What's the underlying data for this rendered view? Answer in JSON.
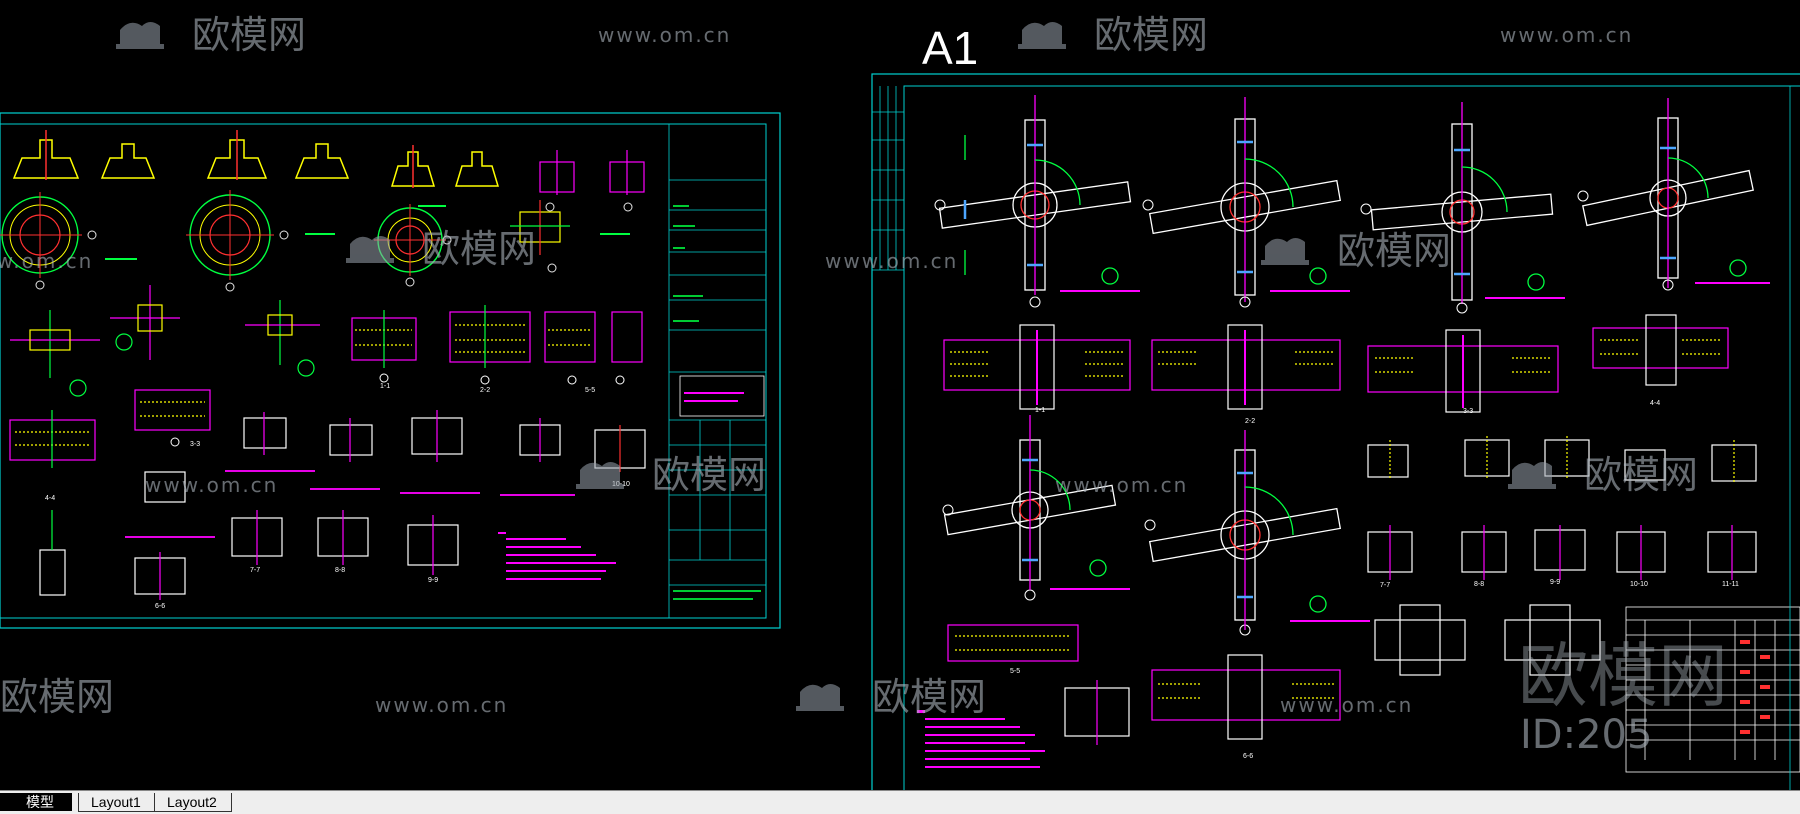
{
  "sheet_title": "A1",
  "watermark": {
    "brand": "欧模网",
    "url": "www.om.cn",
    "id": "ID:205",
    "color": "#9aa3ad"
  },
  "tabs": [
    {
      "label": "模型",
      "active": true
    },
    {
      "label": "Layout1",
      "active": false
    },
    {
      "label": "Layout2",
      "active": false
    }
  ],
  "colors": {
    "frame": "#00d0d0",
    "green": "#00ff40",
    "magenta": "#ff00ff",
    "yellow": "#ffff00",
    "red": "#ff3030",
    "white": "#ffffff",
    "blue": "#4da6ff"
  },
  "left_sheet": {
    "section_labels": [
      "1-1",
      "2-2",
      "3-3",
      "4-4",
      "5-5",
      "6-6",
      "7-7",
      "8-8",
      "9-9",
      "10-10"
    ]
  },
  "right_sheet": {
    "section_labels": [
      "1-1",
      "2-2",
      "3-3",
      "4-4",
      "5-5",
      "6-6",
      "7-7",
      "8-8",
      "9-9",
      "10-10",
      "11-11"
    ]
  }
}
